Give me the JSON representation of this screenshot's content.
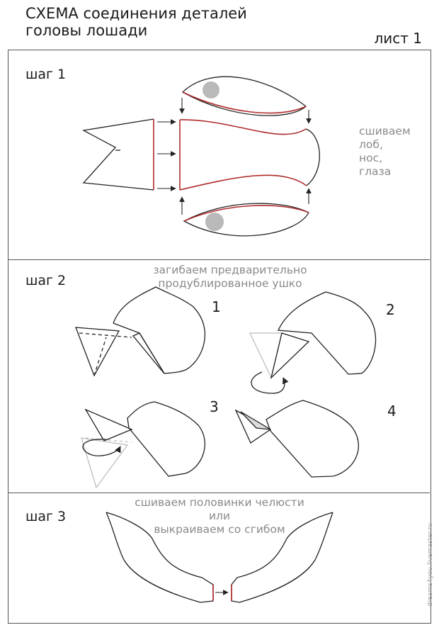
{
  "header": {
    "title_line1": "СХЕМА соединения деталей",
    "title_line2": "головы лошади",
    "sheet": "лист 1"
  },
  "steps": [
    {
      "label": "шаг 1",
      "caption_lines": [
        "сшиваем",
        "лоб,",
        "нос,",
        "глаза"
      ]
    },
    {
      "label": "шаг 2",
      "caption_lines": [
        "загибаем предварительно",
        "продублированное ушко"
      ],
      "substeps": [
        "1",
        "2",
        "3",
        "4"
      ]
    },
    {
      "label": "шаг 3",
      "caption_lines": [
        "сшиваем половинки челюсти",
        "или",
        "выкраиваем со сгибом"
      ]
    }
  ],
  "watermark": "dreams4you.livemaster.ru",
  "colors": {
    "outline": "#222222",
    "seam": "#b02a2a",
    "eye": "#b9b9b9",
    "caption": "#8a8a8a",
    "faded_outline": "#bdbdbd"
  }
}
